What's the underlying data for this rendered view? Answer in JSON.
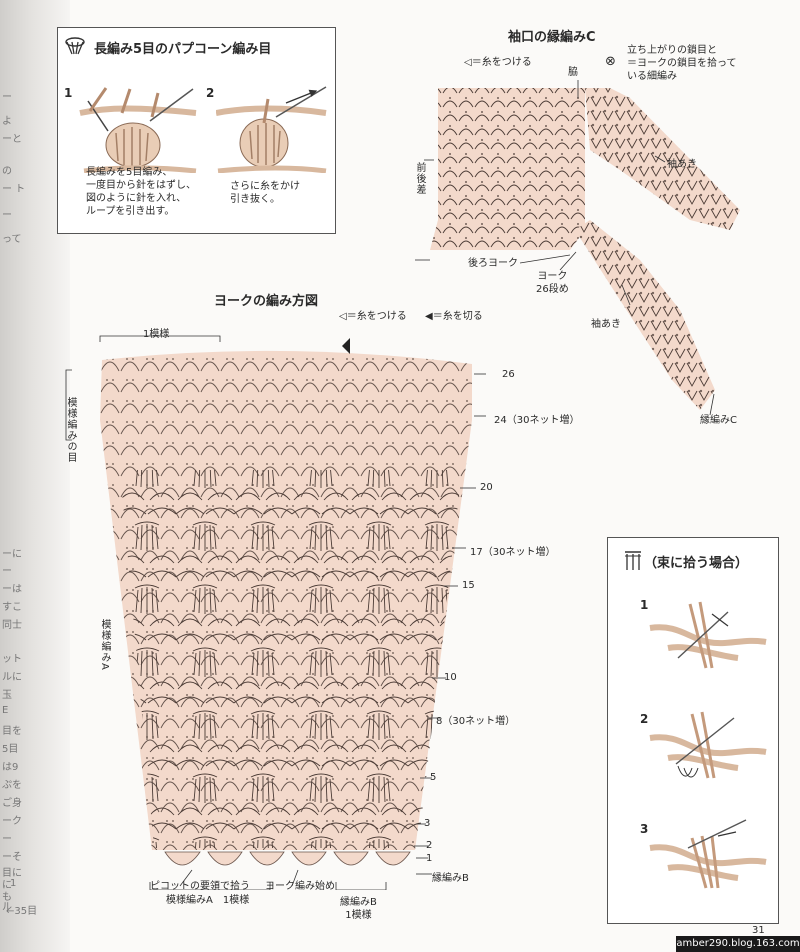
{
  "left_margin": {
    "items": [
      "ー",
      "よ",
      "ーと",
      "の",
      "ー ト",
      "ー",
      "って",
      "ーに",
      "ー",
      "ーは",
      "すこ",
      "同士",
      "ット",
      "ルに",
      "玉",
      "E",
      "目を",
      "5目",
      "は9",
      "ぷを",
      "ご身",
      "ーク",
      "ー",
      "ーそ",
      "目に",
      "に",
      "も",
      "ル",
      "1",
      "←35目"
    ]
  },
  "popcorn": {
    "title": "長編み5目のパプコーン編み目",
    "step1": {
      "num": "1",
      "text": [
        "長編みを5目編み、",
        "一度目から針をはずし、",
        "図のように針を入れ、",
        "ループを引き出す。"
      ]
    },
    "step2": {
      "num": "2",
      "text": [
        "さらに糸をかけ",
        "引き抜く。"
      ]
    }
  },
  "cuff": {
    "title": "袖口の縁編みC",
    "legend_attach": "◁＝糸をつける",
    "side": "脇",
    "note_symbol": "⊗",
    "note": [
      "立ち上がりの鎖目と",
      "＝ヨークの鎖目を拾って",
      "いる細編み"
    ],
    "front_diff": "前後差",
    "sleeve_open_1": "袖あき",
    "back_yoke": "後ろヨーク",
    "yoke_row": [
      "ヨーク",
      "26段め"
    ],
    "sleeve_open_2": "袖あき",
    "edge_c": "縁編みC"
  },
  "yoke": {
    "title": "ヨークの編み方図",
    "legend_attach": "◁＝糸をつける",
    "legend_cut": "◀＝糸を切る",
    "repeat": "1模様",
    "left_side": "模様編みの目",
    "pattern_a": "模様編みA",
    "rows": [
      "26",
      "24（30ネット増）",
      "20",
      "17（30ネット増）",
      "15",
      "10",
      "8（30ネット増）",
      "5",
      "3",
      "2",
      "1"
    ],
    "edge_b": "縁編みB",
    "bottom": {
      "picot": "ピコットの要領で拾う",
      "pattern_a_repeat": "模様編みA　1模様",
      "yoke_start": "ヨーク編み始め",
      "edge_b_repeat": [
        "縁編みB",
        "1模様"
      ]
    }
  },
  "bunch": {
    "title": "（束に拾う場合）",
    "steps": [
      "1",
      "2",
      "3"
    ]
  },
  "footer": {
    "page": "31",
    "url": "amber290.blog.163.com"
  }
}
